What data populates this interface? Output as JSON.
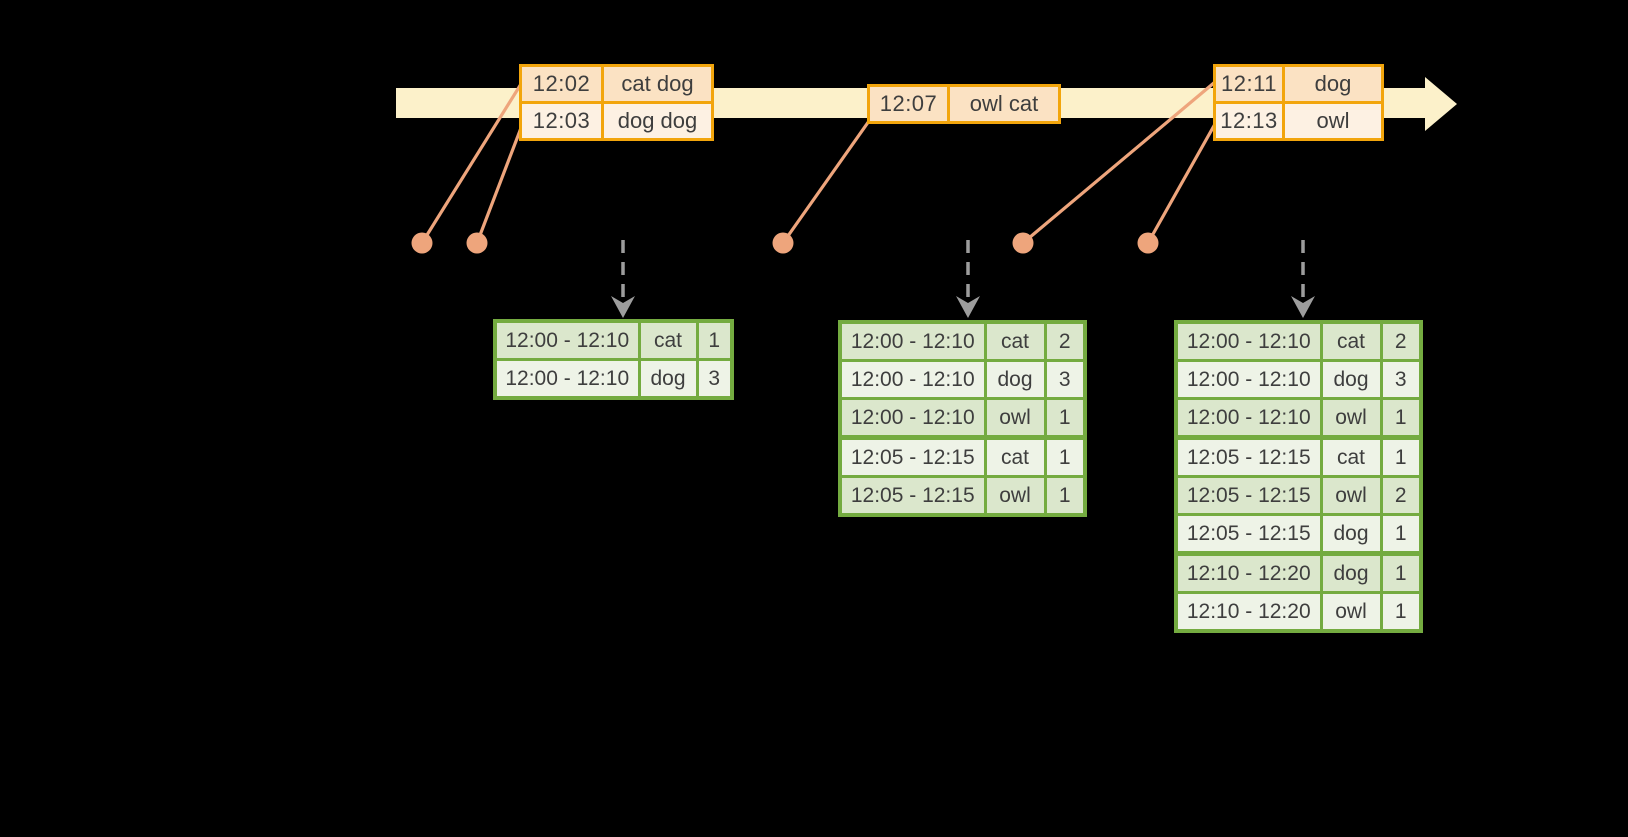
{
  "diagram": {
    "kind": "streaming-windowed-word-count-timeline",
    "background": "#000000"
  },
  "colors": {
    "timeline_fill": "#fcf1ca",
    "event_border": "#f2a50c",
    "event_row_fill_dark": "#fbe2c3",
    "event_row_fill_light": "#fdf1e3",
    "connector": "#eea57c",
    "trigger_arrow_gray": "#9d9d9d",
    "result_border": "#74ab40",
    "result_row_fill_dark": "#dbe7cc",
    "result_row_fill_light": "#eef3e7",
    "text": "#3e3e3e"
  },
  "icons": {
    "timeline_arrow": "right-arrow",
    "trigger_arrow": "dashed-down-arrow",
    "event_marker": "dot"
  },
  "events": {
    "tables": [
      {
        "rows": [
          {
            "time": "12:02",
            "words": "cat dog"
          },
          {
            "time": "12:03",
            "words": "dog dog"
          }
        ]
      },
      {
        "rows": [
          {
            "time": "12:07",
            "words": "owl cat"
          }
        ]
      },
      {
        "rows": [
          {
            "time": "12:11",
            "words": "dog"
          },
          {
            "time": "12:13",
            "words": "owl"
          }
        ]
      }
    ]
  },
  "results": {
    "tables": [
      {
        "rows": [
          {
            "window": "12:00 - 12:10",
            "word": "cat",
            "count": "1"
          },
          {
            "window": "12:00 - 12:10",
            "word": "dog",
            "count": "3"
          }
        ]
      },
      {
        "rows": [
          {
            "window": "12:00 - 12:10",
            "word": "cat",
            "count": "2"
          },
          {
            "window": "12:00 - 12:10",
            "word": "dog",
            "count": "3"
          },
          {
            "window": "12:00 - 12:10",
            "word": "owl",
            "count": "1"
          },
          {
            "window": "12:05 - 12:15",
            "word": "cat",
            "count": "1"
          },
          {
            "window": "12:05 - 12:15",
            "word": "owl",
            "count": "1"
          }
        ]
      },
      {
        "rows": [
          {
            "window": "12:00 - 12:10",
            "word": "cat",
            "count": "2"
          },
          {
            "window": "12:00 - 12:10",
            "word": "dog",
            "count": "3"
          },
          {
            "window": "12:00 - 12:10",
            "word": "owl",
            "count": "1"
          },
          {
            "window": "12:05 - 12:15",
            "word": "cat",
            "count": "1"
          },
          {
            "window": "12:05 - 12:15",
            "word": "owl",
            "count": "2"
          },
          {
            "window": "12:05 - 12:15",
            "word": "dog",
            "count": "1"
          },
          {
            "window": "12:10 - 12:20",
            "word": "dog",
            "count": "1"
          },
          {
            "window": "12:10 - 12:20",
            "word": "owl",
            "count": "1"
          }
        ]
      }
    ]
  }
}
